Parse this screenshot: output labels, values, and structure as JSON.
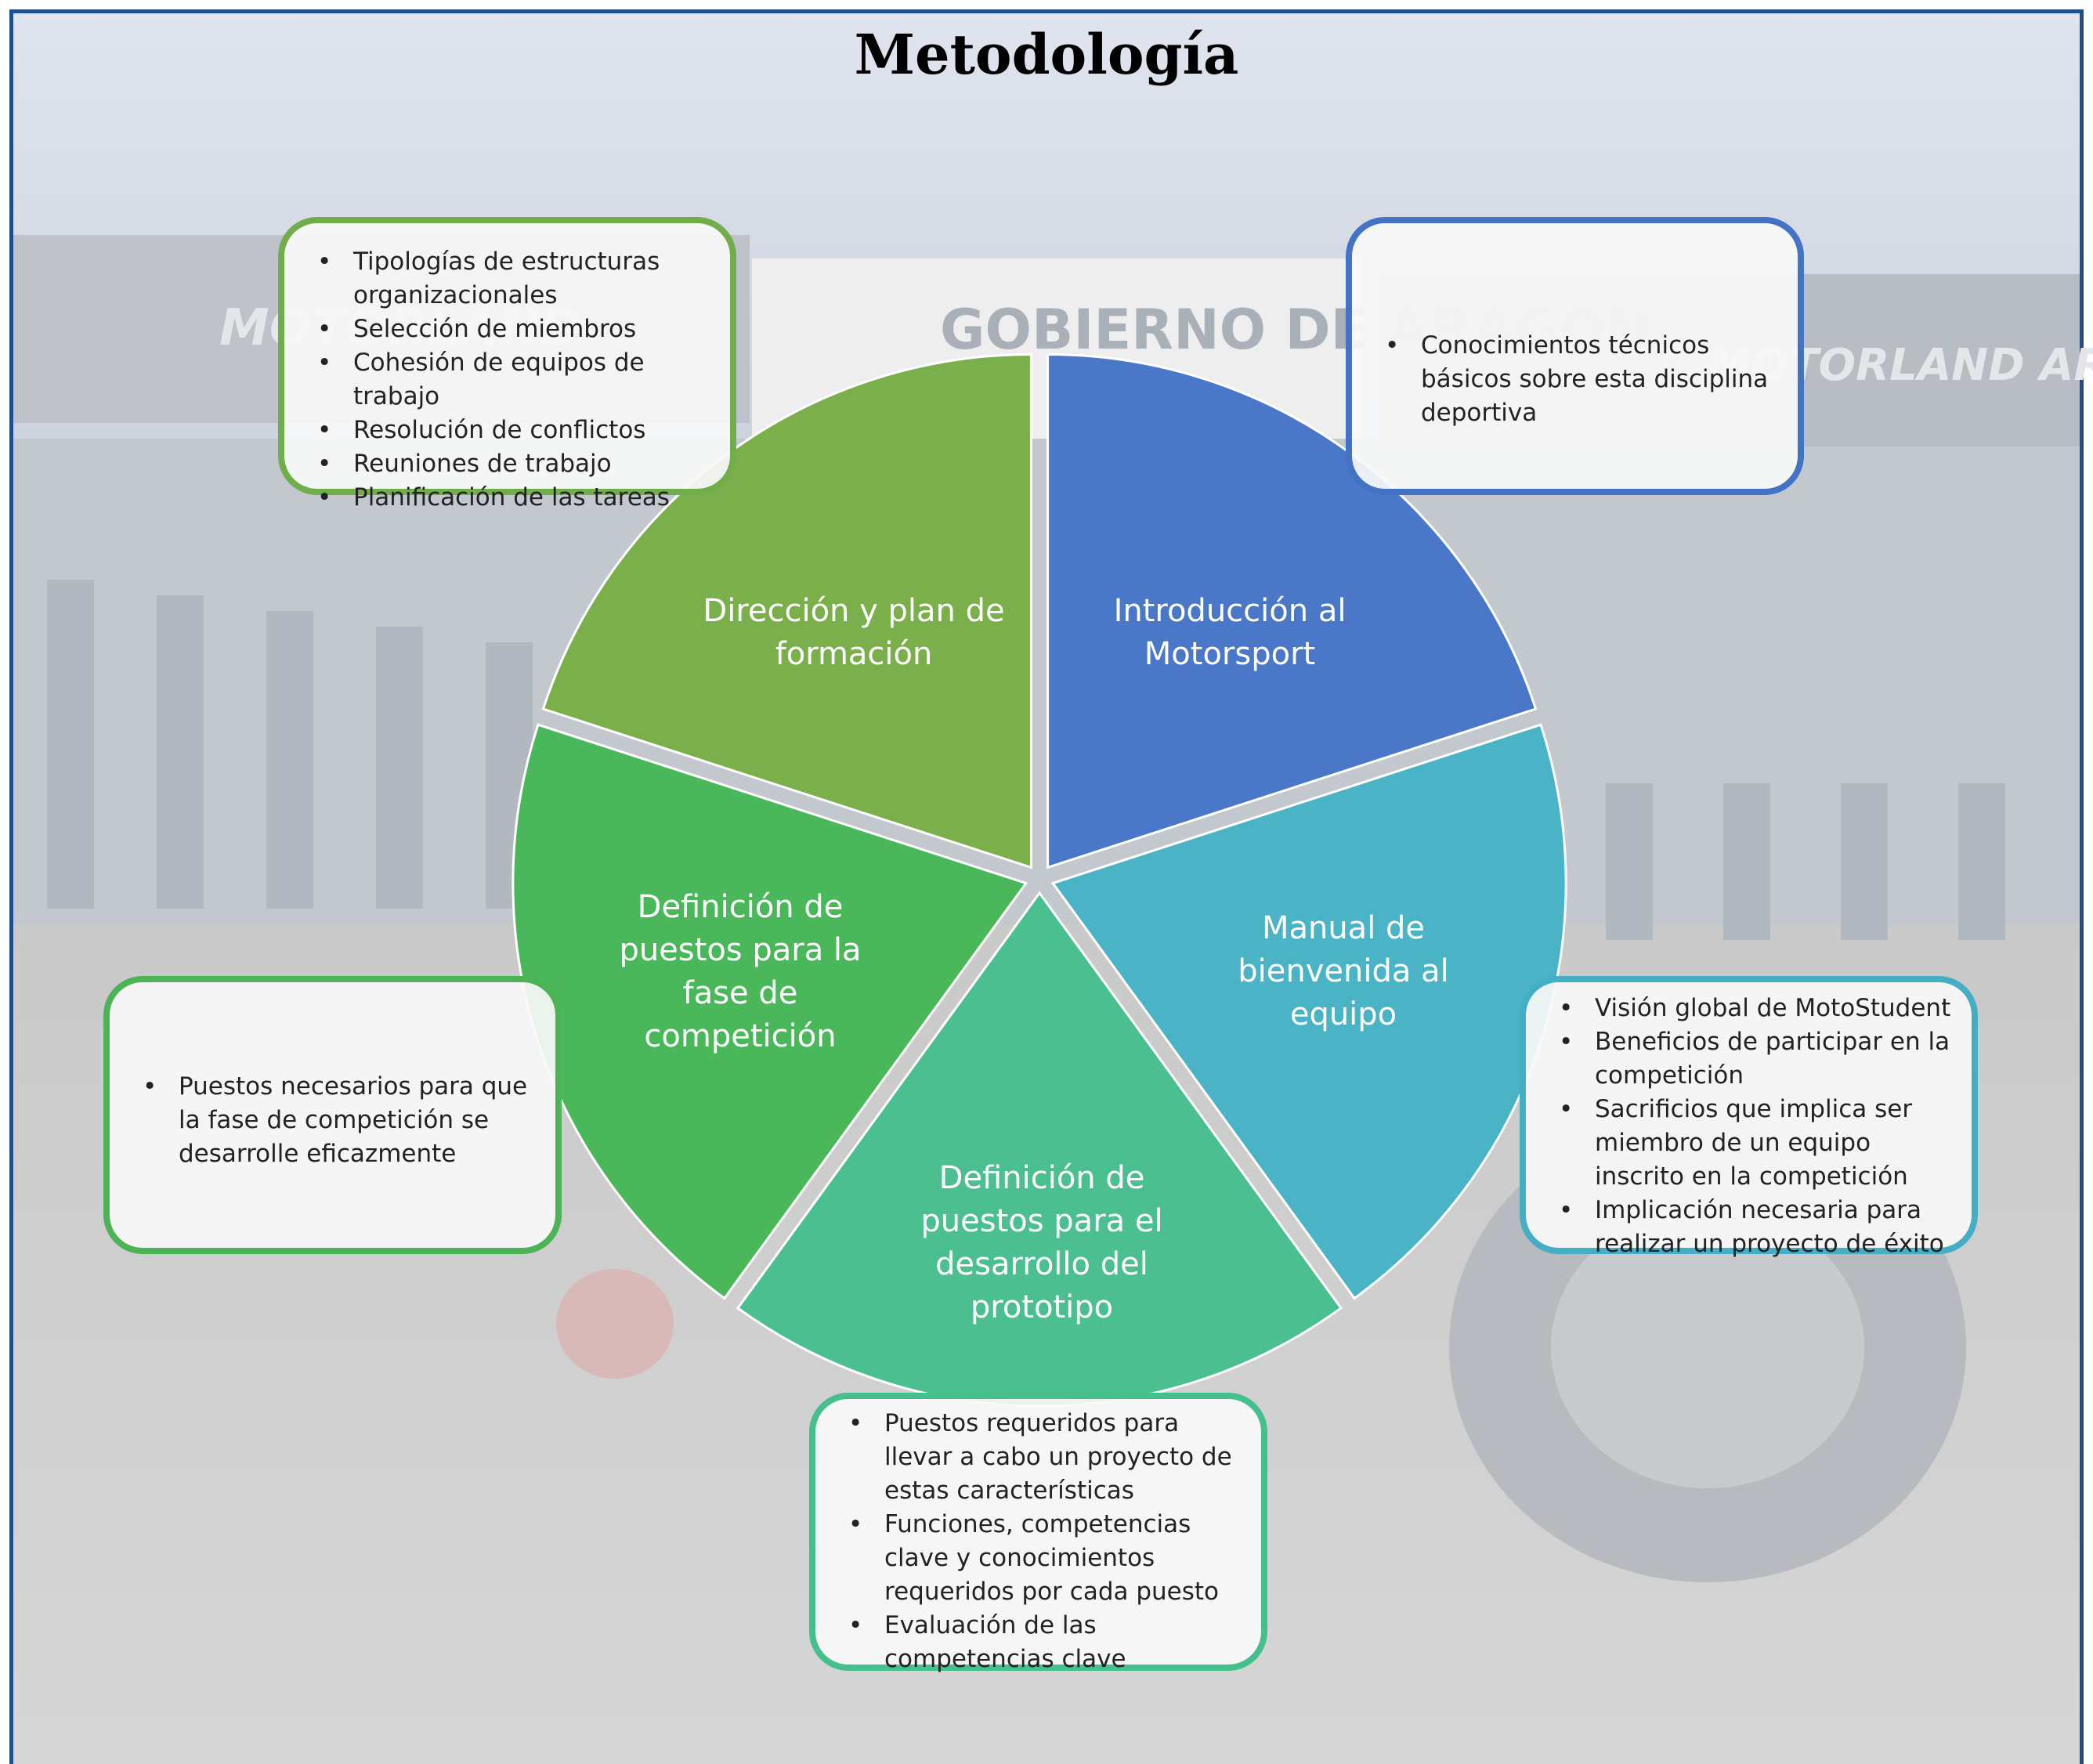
{
  "title": "Metodología",
  "background": {
    "description_colors": [
      "#d7dde8",
      "#b9bfc6",
      "#d2d2d2"
    ],
    "banner_texts": [
      "MOTORLAND",
      "GOBIERNO DE ARAGON",
      "MOTORLAND ARAGÓN"
    ]
  },
  "segments": [
    {
      "label": "Introducción al Motorsport",
      "color": "#4a77c7"
    },
    {
      "label": "Manual de bienvenida al equipo",
      "color": "#4ab3c5"
    },
    {
      "label": "Definición de puestos para el desarrollo del prototipo",
      "color": "#4cbf90"
    },
    {
      "label": "Definición de puestos para la fase de competición",
      "color": "#4ab85a"
    },
    {
      "label": "Dirección y plan de formación",
      "color": "#7aaf4b"
    }
  ],
  "boxes": {
    "green": {
      "border_color": "#72ad4b",
      "items": [
        "Tipologías de estructuras organizacionales",
        "Selección de miembros",
        "Cohesión de equipos de trabajo",
        "Resolución de conflictos",
        "Reuniones de trabajo",
        "Planificación de las tareas"
      ]
    },
    "blue": {
      "border_color": "#4472c4",
      "items": [
        "Conocimientos técnicos básicos sobre esta disciplina deportiva"
      ]
    },
    "lime": {
      "border_color": "#4cb356",
      "items": [
        "Puestos necesarios para que la fase de competición se desarrolle eficazmente"
      ]
    },
    "teal": {
      "border_color": "#45aec4",
      "items": [
        "Visión global de MotoStudent",
        "Beneficios de participar  en la competición",
        "Sacrificios que implica ser miembro de un equipo inscrito en la competición",
        "Implicación necesaria para realizar un proyecto de éxito"
      ]
    },
    "sea": {
      "border_color": "#45bf8c",
      "items": [
        "Puestos requeridos para llevar a cabo un proyecto de estas características",
        "Funciones, competencias clave y conocimientos requeridos por cada puesto",
        "Evaluación de las competencias clave"
      ]
    }
  }
}
